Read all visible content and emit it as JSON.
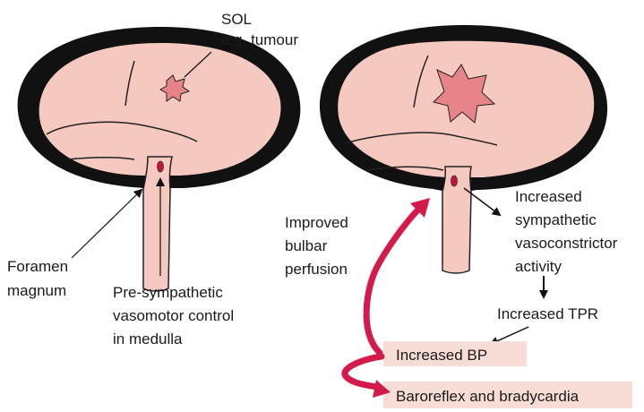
{
  "labels": {
    "sol_line1": "SOL",
    "sol_line2": "e.g. tumour",
    "foramen_line1": "Foramen",
    "foramen_line2": "magnum",
    "presym_line1": "Pre-sympathetic",
    "presym_line2": "vasomotor control",
    "presym_line3": "in medulla",
    "improved_line1": "Improved",
    "improved_line2": "bulbar",
    "improved_line3": "perfusion",
    "symp_line1": "Increased",
    "symp_line2": "sympathetic",
    "symp_line3": "vasoconstrictor",
    "symp_line4": "activity",
    "tpr": "Increased TPR",
    "bp": "Increased BP",
    "baroreflex": "Baroreflex and bradycardia"
  },
  "colors": {
    "brain": "#f5c9c0",
    "tumour": "#e6848a",
    "skull": "#111111",
    "nucleus": "#c8143c",
    "feedback_arrow": "#d31a4b",
    "highlight_box": "#f8ddd6"
  }
}
